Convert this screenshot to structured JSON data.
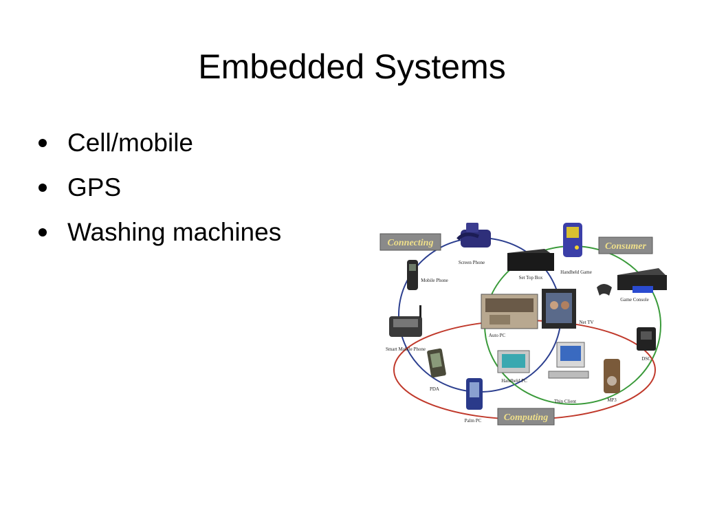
{
  "slide": {
    "title": "Embedded Systems",
    "bullets": [
      "Cell/mobile",
      "GPS",
      "Washing machines"
    ]
  },
  "diagram": {
    "groups": {
      "connecting": "Connecting",
      "consumer": "Consumer",
      "computing": "Computing"
    },
    "devices": {
      "screen_phone": "Screen Phone",
      "set_top_box": "Set Top Box",
      "handheld_game": "Handheld Game",
      "mobile_phone": "Mobile Phone",
      "game_console": "Game Console",
      "auto_pc": "Auto PC",
      "net_tv": "Net TV",
      "smart_mobile_phone": "Smart Mobile Phone",
      "dsc": "DSC",
      "handheld_pc": "Handheld PC",
      "pda": "PDA",
      "thin_client": "Thin Client",
      "mp3": "MP3",
      "palm_pc": "Palm PC"
    },
    "colors": {
      "label_bg": "#8a8a8a",
      "connecting_label": "#f0e08a",
      "consumer_label": "#f0e08a",
      "computing_label": "#f0e08a",
      "connecting_ring": "#2c3f8f",
      "consumer_ring": "#3a9a3a",
      "computing_ring": "#c0392b"
    }
  }
}
